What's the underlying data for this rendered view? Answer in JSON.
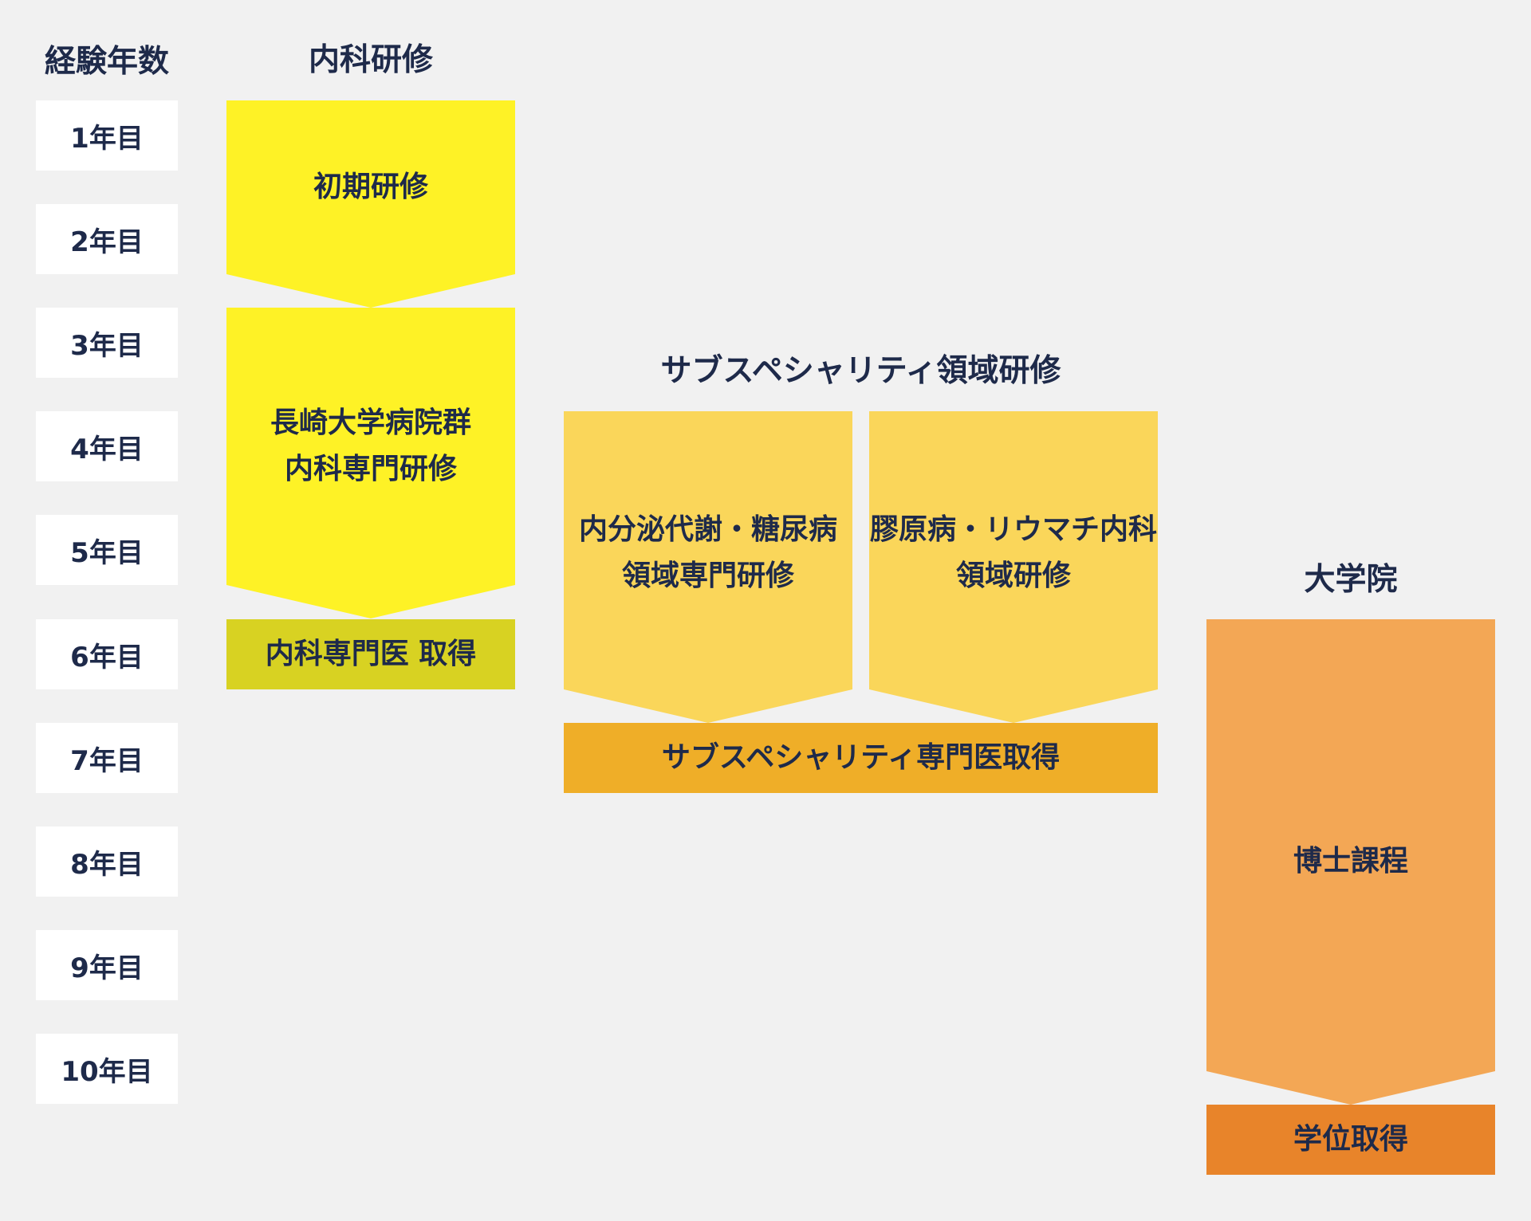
{
  "years_header": "経験年数",
  "years": [
    "1年目",
    "2年目",
    "3年目",
    "4年目",
    "5年目",
    "6年目",
    "7年目",
    "8年目",
    "9年目",
    "10年目"
  ],
  "columns": {
    "internal": "内科研修",
    "subspecialty": "サブスペシャリティ領域研修",
    "graduate": "大学院"
  },
  "stages": {
    "initial": "初期研修",
    "program_line1": "長崎大学病院群",
    "program_line2": "内科専門研修",
    "internal_cert": "内科専門医 取得",
    "endo_line1": "内分泌代謝・糖尿病",
    "endo_line2": "領域専門研修",
    "rheum_line1": "膠原病・リウマチ内科",
    "rheum_line2": "領域研修",
    "sub_cert": "サブスペシャリティ専門医取得",
    "phd": "博士課程",
    "degree": "学位取得"
  },
  "colors": {
    "background": "#f1f1f1",
    "text": "#1e2a4a",
    "bright_yellow": "#fef226",
    "olive_yellow": "#d8d222",
    "light_gold": "#fad65a",
    "gold": "#efae28",
    "light_orange": "#f3a755",
    "orange": "#e8842a"
  }
}
